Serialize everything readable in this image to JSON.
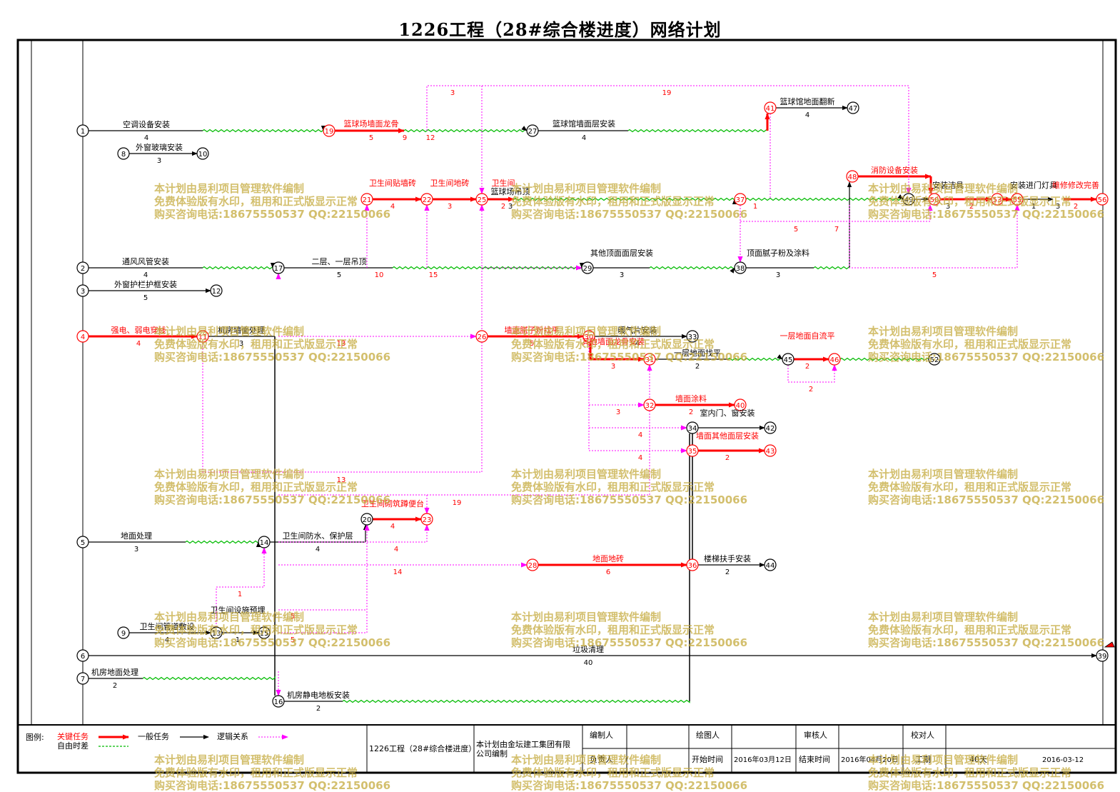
{
  "title": "1226工程（28#综合楼进度）网络计划",
  "colors": {
    "critical": "#ff0000",
    "normal": "#000000",
    "logic": "#ff00ff",
    "free": "#00bb00",
    "frame": "#000000",
    "watermark": "#c4aa3c"
  },
  "rows": [
    "1",
    "8",
    "2",
    "3",
    "4",
    "5",
    "9",
    "6",
    "7"
  ],
  "nodes": [
    "19",
    "10",
    "27",
    "41",
    "47",
    "48",
    "49",
    "50",
    "53",
    "55",
    "21",
    "22",
    "25",
    "37",
    "56",
    "17",
    "12",
    "29",
    "38",
    "11",
    "26",
    "30",
    "33",
    "31",
    "45",
    "46",
    "52",
    "32",
    "40",
    "34",
    "42",
    "35",
    "43",
    "20",
    "23",
    "14",
    "28",
    "36",
    "44",
    "13",
    "15",
    "39",
    "16"
  ],
  "tasks": [
    {
      "label": "空调设备安装",
      "dur": "4"
    },
    {
      "label": "外窗玻璃安装",
      "dur": "3"
    },
    {
      "label": "篮球场墙面龙骨",
      "dur": "5"
    },
    {
      "label": "篮球馆墙面层安装",
      "dur": "4"
    },
    {
      "label": "篮球馆地面翻新",
      "dur": "4"
    },
    {
      "label": "消防设备安装",
      "dur": ""
    },
    {
      "label": "卫生间贴墙砖",
      "dur": "4"
    },
    {
      "label": "卫生间地砖",
      "dur": "3"
    },
    {
      "label": "卫生间",
      "dur": "2"
    },
    {
      "label": "篮球场吊顶",
      "dur": "3"
    },
    {
      "label": "通风风管安装",
      "dur": "4"
    },
    {
      "label": "外窗护栏护框安装",
      "dur": "5"
    },
    {
      "label": "二层、一层吊顶",
      "dur": "5"
    },
    {
      "label": "其他顶面面层安装",
      "dur": "3"
    },
    {
      "label": "顶面腻子粉及涂料",
      "dur": "3"
    },
    {
      "label": "强电、弱电穿线",
      "dur": "4"
    },
    {
      "label": "机房墙面处理",
      "dur": "3"
    },
    {
      "label": "墙面腻子粉找平",
      "dur": "5"
    },
    {
      "label": "暖气片安装",
      "dur": "4"
    },
    {
      "label": "其他墙面龙骨安装",
      "dur": "3"
    },
    {
      "label": "一层地面找平",
      "dur": "2"
    },
    {
      "label": "一层地面自流平",
      "dur": "2"
    },
    {
      "label": "墙面涂料",
      "dur": "2"
    },
    {
      "label": "室内门、窗安装",
      "dur": ""
    },
    {
      "label": "墙面其他面层安装",
      "dur": "2"
    },
    {
      "label": "卫生间砌筑蹲便台",
      "dur": "4"
    },
    {
      "label": "地面处理",
      "dur": "3"
    },
    {
      "label": "卫生间防水、保护层",
      "dur": "4"
    },
    {
      "label": "地面地砖",
      "dur": "6"
    },
    {
      "label": "楼梯扶手安装",
      "dur": "2"
    },
    {
      "label": "卫生间管道敷设",
      "dur": "4"
    },
    {
      "label": "卫生间设施预埋",
      "dur": "1"
    },
    {
      "label": "垃圾清理",
      "dur": "40"
    },
    {
      "label": "机房地面处理",
      "dur": "2"
    },
    {
      "label": "机房静电地板安装",
      "dur": "2"
    },
    {
      "label": "安装洁具",
      "dur": "3"
    },
    {
      "label": "安装进门灯具",
      "dur": "1"
    },
    {
      "label": "维修修改完善",
      "dur": "2"
    },
    {
      "label": "",
      "dur": "3"
    }
  ],
  "lag_labels": [
    "3",
    "19",
    "12",
    "9",
    "1",
    "5",
    "7",
    "10",
    "15",
    "13",
    "2",
    "3",
    "4",
    "4",
    "13",
    "19",
    "4",
    "14",
    "1",
    "5",
    "5",
    "5",
    "2"
  ],
  "watermark": {
    "line1": "本计划由易利项目管理软件编制",
    "line2": "免费体验版有水印，租用和正式版显示正常",
    "line3": "购买咨询电话:18675550537 QQ:22150066"
  },
  "legend": {
    "title": "图例:",
    "critical": "关键任务",
    "normal": "一般任务",
    "logic": "逻辑关系",
    "free": "自由时差"
  },
  "footer": {
    "project": "1226工程（28#综合楼进度）",
    "company": "本计划由金坛建工集团有限公司编制",
    "compiler_label": "编制人",
    "drawer_label": "绘图人",
    "reviewer_label": "审核人",
    "checker_label": "校对人",
    "owner_label": "负责人",
    "start_label": "开始时间",
    "start_value": "2016年03月12日",
    "end_label": "结束时间",
    "end_value": "2016年04月20日",
    "duration_label": "工期",
    "duration_value": "40天",
    "date_value": "2016-03-12"
  }
}
